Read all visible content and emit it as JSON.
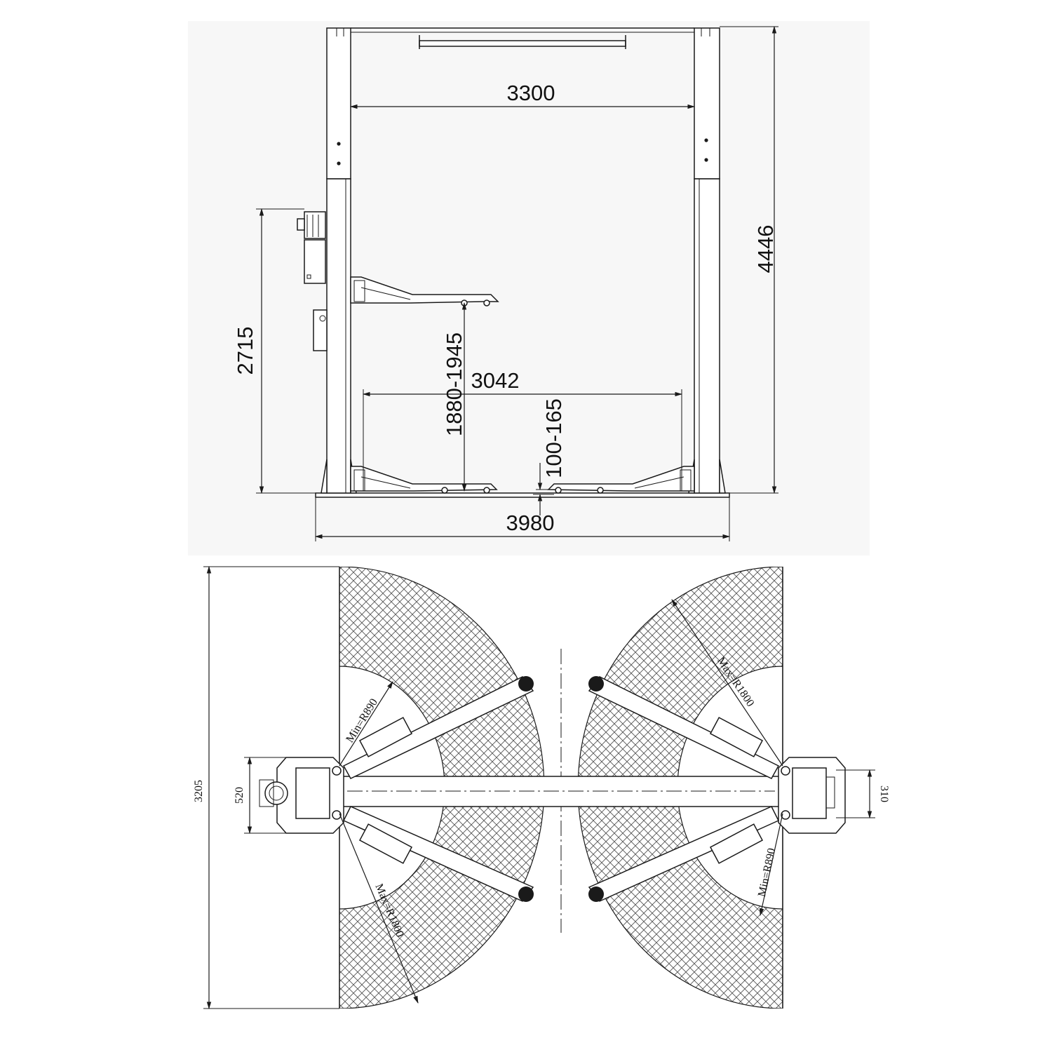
{
  "front_view": {
    "dim_inner_width": "3300",
    "dim_total_height": "4446",
    "dim_control_height": "2715",
    "dim_lift_height": "1880-1945",
    "dim_drive_through": "3042",
    "dim_min_height": "100-165",
    "dim_base_width": "3980"
  },
  "top_view": {
    "dim_length": "3205",
    "dim_left_column": "520",
    "dim_right_column": "310",
    "label_min_left": "Min=R890",
    "label_min_right": "Min=R890",
    "label_max_left": "Max=R1800",
    "label_max_right": "Max=R1800"
  },
  "colors": {
    "line": "#1a1a1a",
    "background": "#ffffff",
    "frame": "#f7f7f7"
  }
}
